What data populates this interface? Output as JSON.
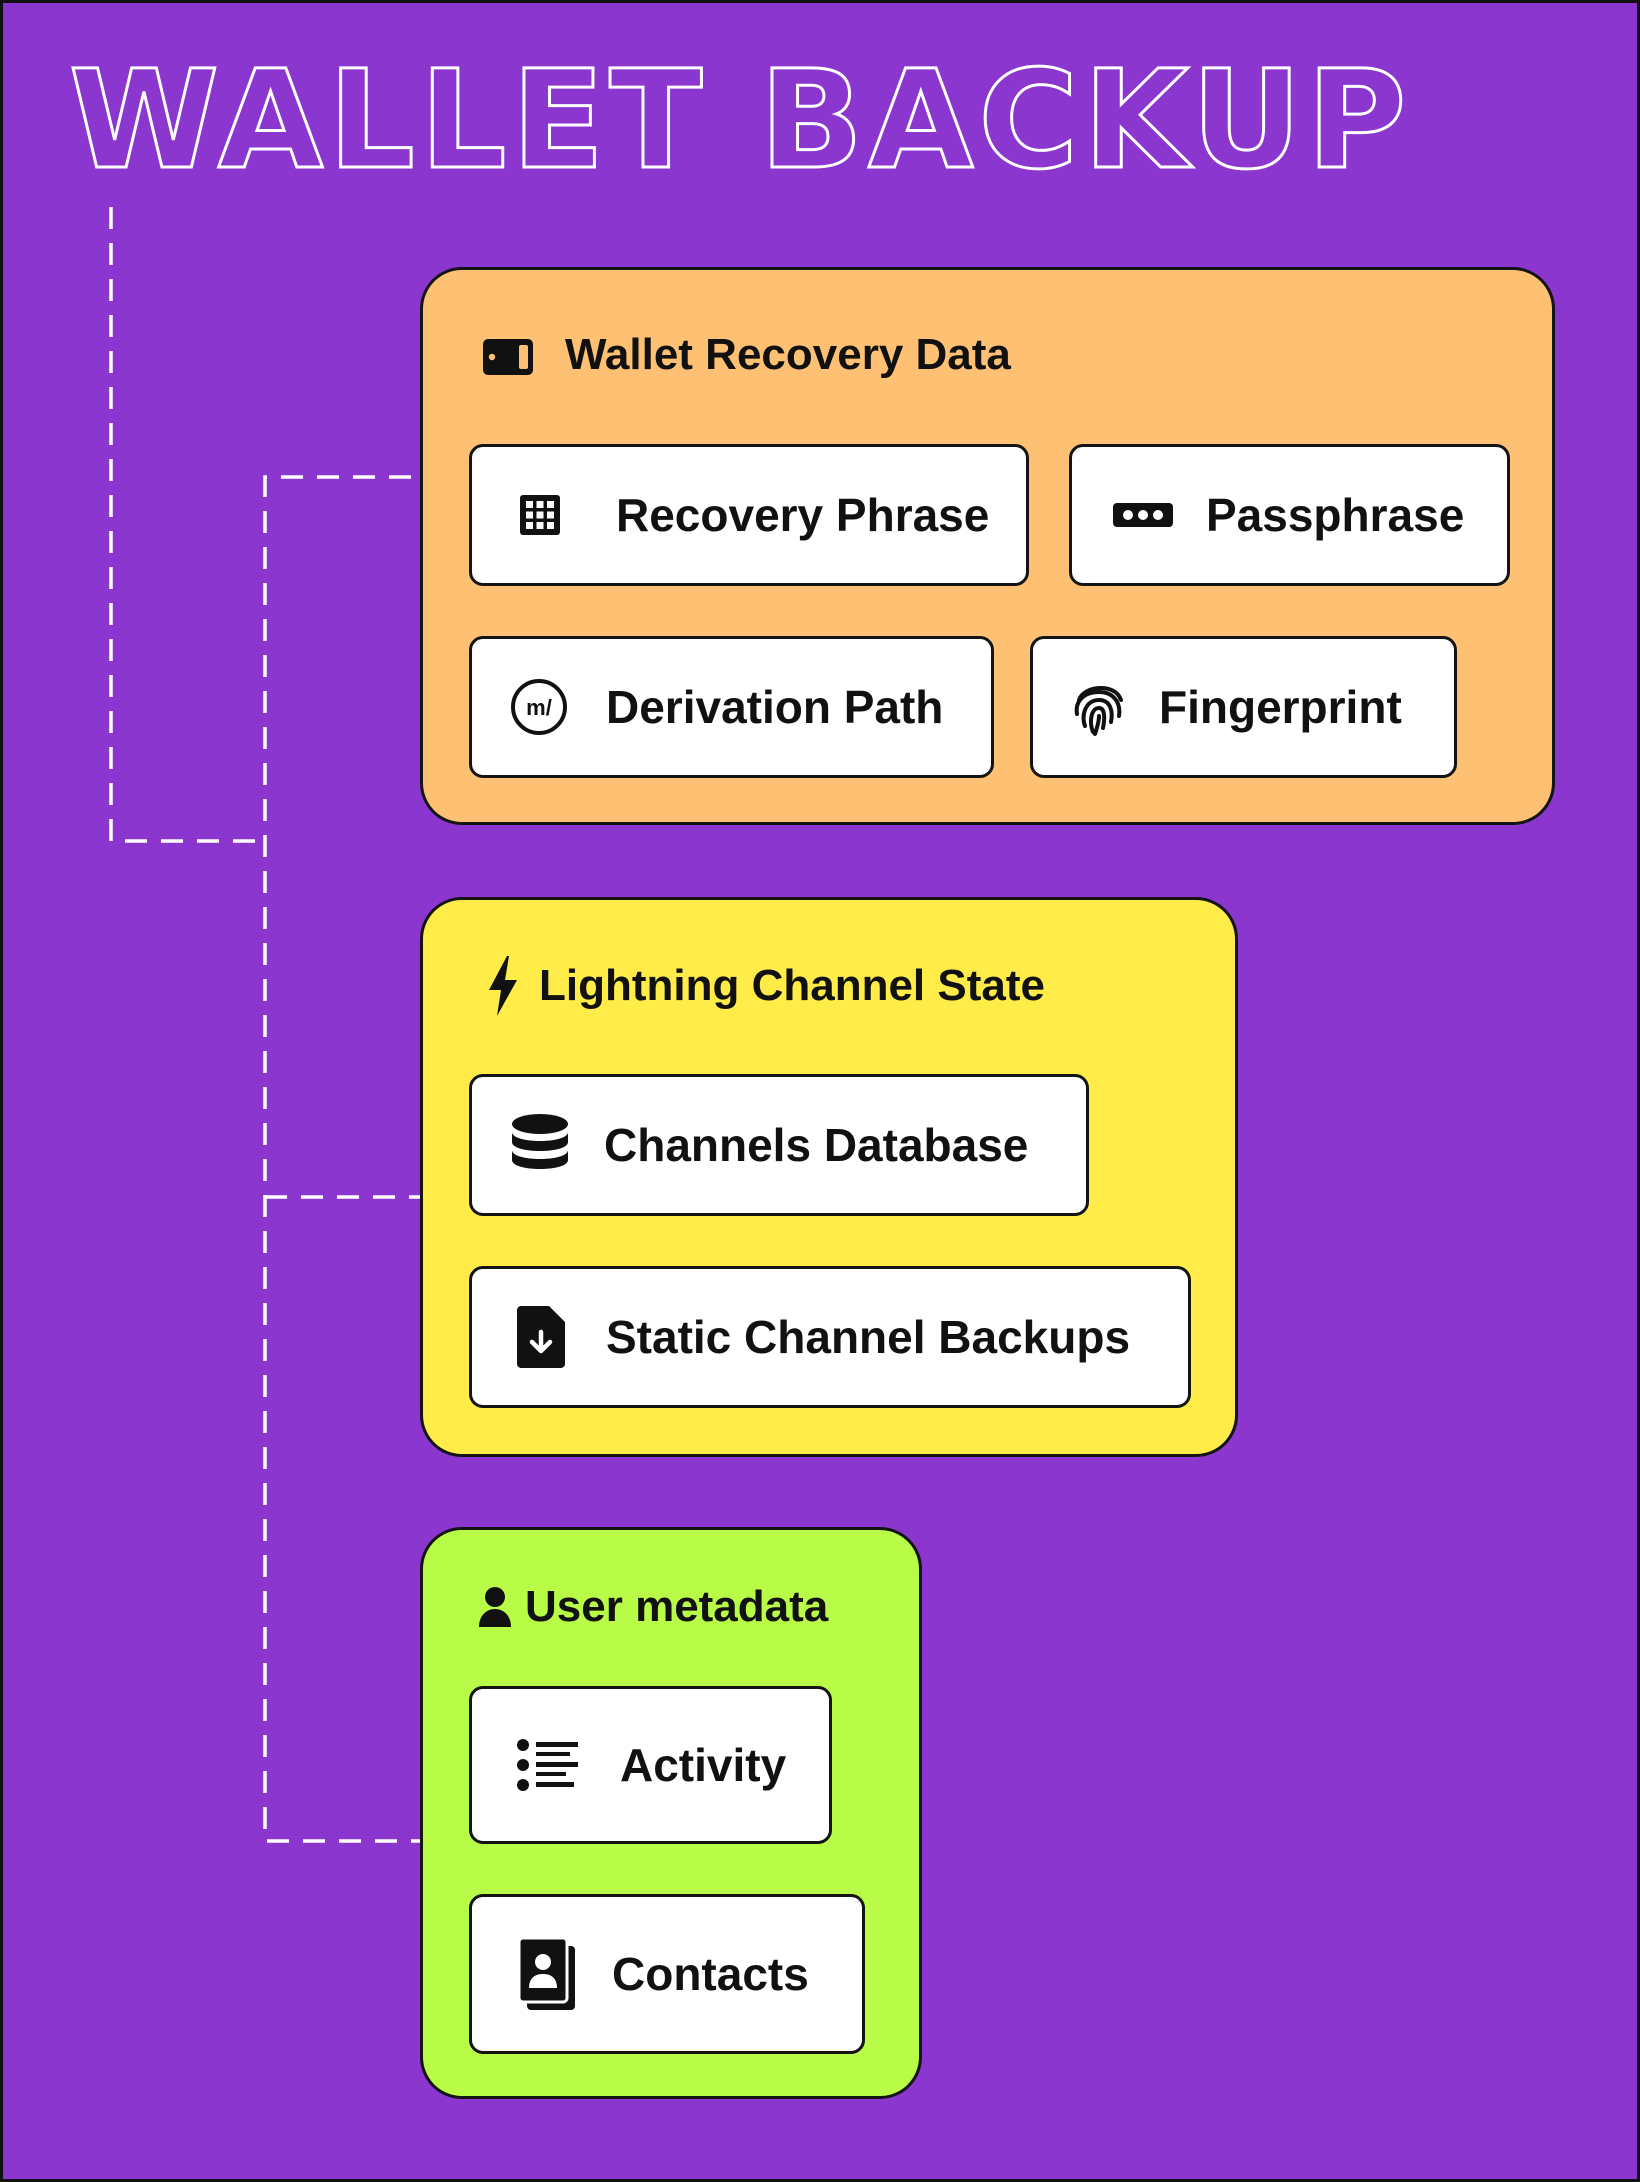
{
  "title": "WALLET BACKUP",
  "colors": {
    "background": "#8c36d0",
    "recovery_group": "#fec072",
    "lightning_group": "#ffec48",
    "metadata_group": "#b9fc47",
    "card": "#ffffff",
    "outline": "#141414",
    "connector": "#ffffff"
  },
  "groups": {
    "recovery": {
      "title": "Wallet Recovery Data",
      "icon": "wallet-icon",
      "items": [
        {
          "label": "Recovery Phrase",
          "icon": "grid-icon"
        },
        {
          "label": "Passphrase",
          "icon": "password-dots-icon"
        },
        {
          "label": "Derivation Path",
          "icon": "derivation-path-icon"
        },
        {
          "label": "Fingerprint",
          "icon": "fingerprint-icon"
        }
      ]
    },
    "lightning": {
      "title": "Lightning Channel State",
      "icon": "lightning-bolt-icon",
      "items": [
        {
          "label": "Channels Database",
          "icon": "database-icon"
        },
        {
          "label": "Static Channel Backups",
          "icon": "file-download-icon"
        }
      ]
    },
    "metadata": {
      "title": "User metadata",
      "icon": "user-icon",
      "items": [
        {
          "label": "Activity",
          "icon": "list-icon"
        },
        {
          "label": "Contacts",
          "icon": "contacts-icon"
        }
      ]
    }
  },
  "icon_labels": {
    "derivation": "m/"
  }
}
